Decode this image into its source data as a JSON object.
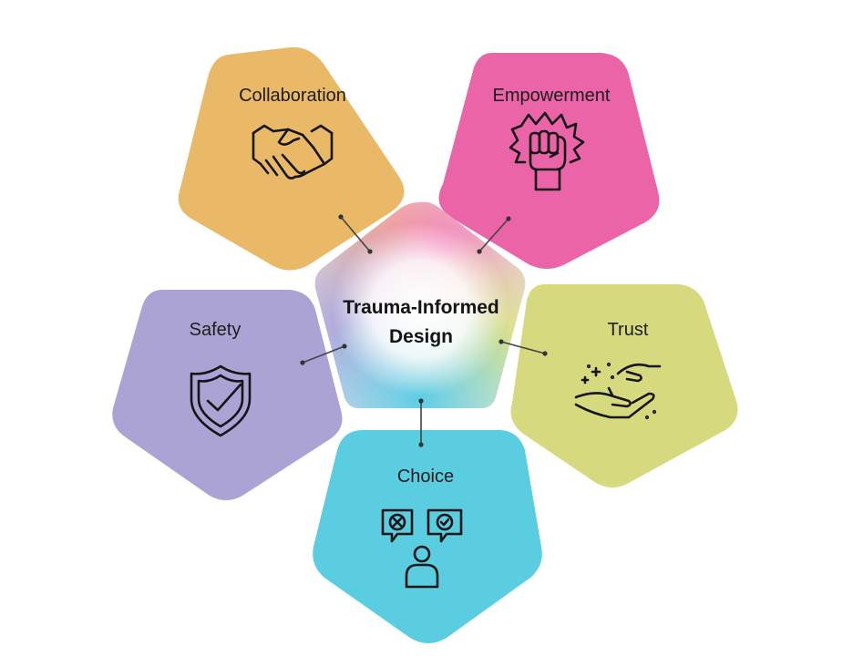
{
  "center": {
    "line1": "Trauma-Informed",
    "line2": "Design"
  },
  "nodes": [
    {
      "label": "Collaboration",
      "icon": "handshake-icon",
      "color": "#E9B968"
    },
    {
      "label": "Empowerment",
      "icon": "raised-fist-icon",
      "color": "#EA64A7"
    },
    {
      "label": "Trust",
      "icon": "giving-hands-icon",
      "color": "#D7D97E"
    },
    {
      "label": "Choice",
      "icon": "choice-person-icon",
      "color": "#5BCDE0"
    },
    {
      "label": "Safety",
      "icon": "shield-check-icon",
      "color": "#ABA3D4"
    }
  ]
}
